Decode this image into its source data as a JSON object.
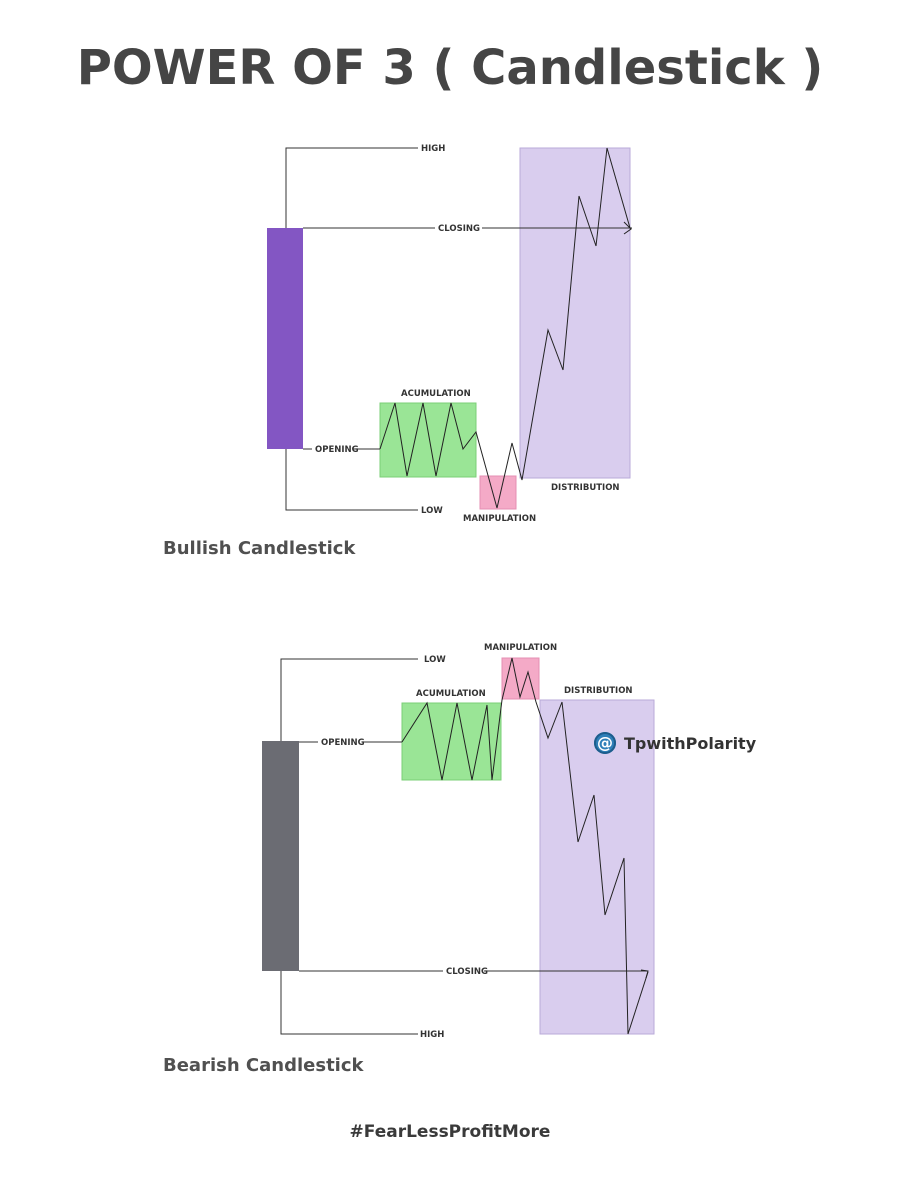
{
  "title": "POWER OF 3 ( Candlestick )",
  "bullish": {
    "caption": "Bullish Candlestick",
    "labels": {
      "high": "HIGH",
      "closing": "CLOSING",
      "opening": "OPENING",
      "low": "LOW",
      "accumulation": "ACUMULATION",
      "manipulation": "MANIPULATION",
      "distribution": "DISTRIBUTION"
    }
  },
  "bearish": {
    "caption": "Bearish Candlestick",
    "labels": {
      "low": "LOW",
      "opening": "OPENING",
      "closing": "CLOSING",
      "high": "HIGH",
      "accumulation": "ACUMULATION",
      "manipulation": "MANIPULATION",
      "distribution": "DISTRIBUTION"
    }
  },
  "watermark": {
    "icon": "at-sign-icon",
    "handle": "TpwithPolarity"
  },
  "hashtag": "#FearLessProfitMore",
  "colors": {
    "bull_candle": "#8356c3",
    "bear_candle": "#6b6c73",
    "accumulation": "#9ae596",
    "manipulation": "#f4aac7",
    "distribution": "#d9cdee"
  }
}
